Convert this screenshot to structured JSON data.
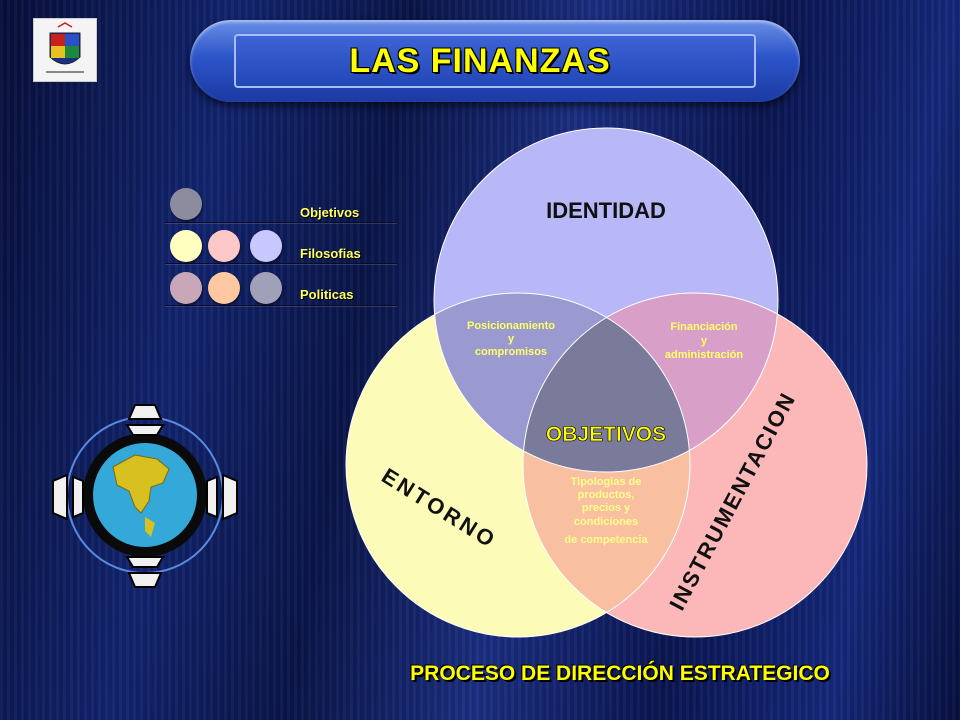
{
  "title": "LAS FINANZAS",
  "legend": {
    "items": [
      {
        "label": "Objetivos",
        "colors": [
          "#8c8c9e"
        ]
      },
      {
        "label": "Filosofias",
        "colors": [
          "#ffffc0",
          "#ffc8c8",
          "#c8c8ff"
        ]
      },
      {
        "label": "Politicas",
        "colors": [
          "#c8a8b8",
          "#ffc8a0",
          "#a0a0b8"
        ]
      }
    ]
  },
  "venn": {
    "circles": {
      "identidad": {
        "label": "IDENTIDAD",
        "color": "#b8b8f8"
      },
      "entorno": {
        "label": "ENTORNO",
        "color": "#fcfcb8"
      },
      "instrumentacion": {
        "label": "INSTRUMENTACION",
        "color": "#fcb8b8"
      }
    },
    "overlaps": {
      "top_left": [
        "Posicionamiento",
        "y",
        "compromisos"
      ],
      "top_right": [
        "Financiación",
        "y",
        "administración"
      ],
      "bottom": [
        "Tipologias de",
        "productos,",
        "precios y",
        "condiciones",
        "de competencia"
      ],
      "center": "OBJETIVOS"
    }
  },
  "footer": "PROCESO DE DIRECCIÓN ESTRATEGICO",
  "colors": {
    "accent_yellow": "#ffff00",
    "title_blue": "#2c55c9"
  }
}
